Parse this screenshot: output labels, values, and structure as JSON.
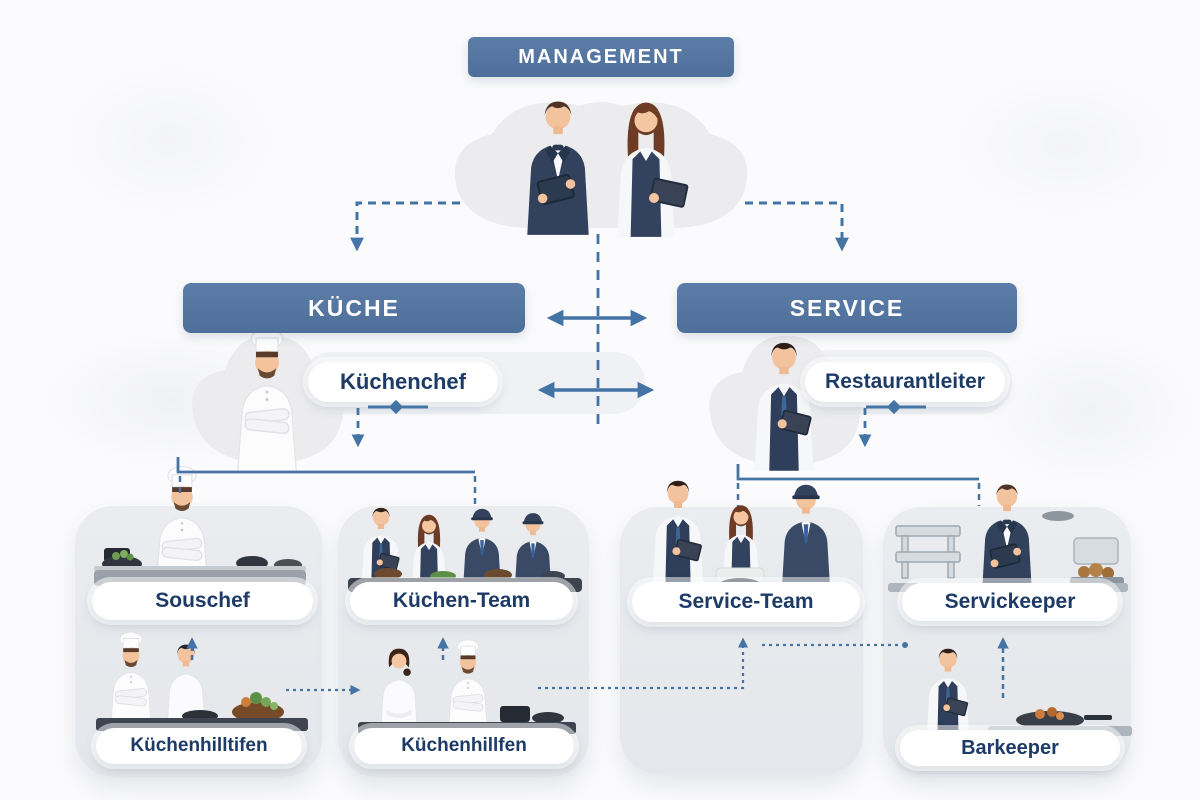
{
  "org": {
    "management": "MANAGEMENT",
    "kueche": "KÜCHE",
    "service": "SERVICE",
    "kuechenchef": "Küchenchef",
    "restaurantleiter": "Restaurantleiter",
    "souschef": "Souschef",
    "kuechen_team": "Küchen-Team",
    "service_team": "Service-Team",
    "servickeeper": "Servickeeper",
    "kuechenhilfen_left": "Küchenhilltifen",
    "kuechenhilfen_mid": "Küchenhillfen",
    "barkeeper": "Barkeeper"
  },
  "palette": {
    "box_blue": "#527099",
    "label_navy": "#1d3b66",
    "connector_blue": "#4473a5",
    "card_gray": "#e7e9ec",
    "blob_gray": "#ececef",
    "pill_white": "#ffffff",
    "background": "#fbfbfd"
  },
  "illustrations": [
    "management-pair-illustration",
    "kuechenchef-chef-illustration",
    "restaurantleiter-waiter-illustration",
    "souschef-chef-illustration",
    "kuechen-team-illustration",
    "service-team-illustration",
    "servickeeper-buffet-illustration",
    "kuechenhilfen-cooks-illustration-left",
    "kuechenhilfen-cooks-illustration-mid",
    "barkeeper-illustration"
  ]
}
